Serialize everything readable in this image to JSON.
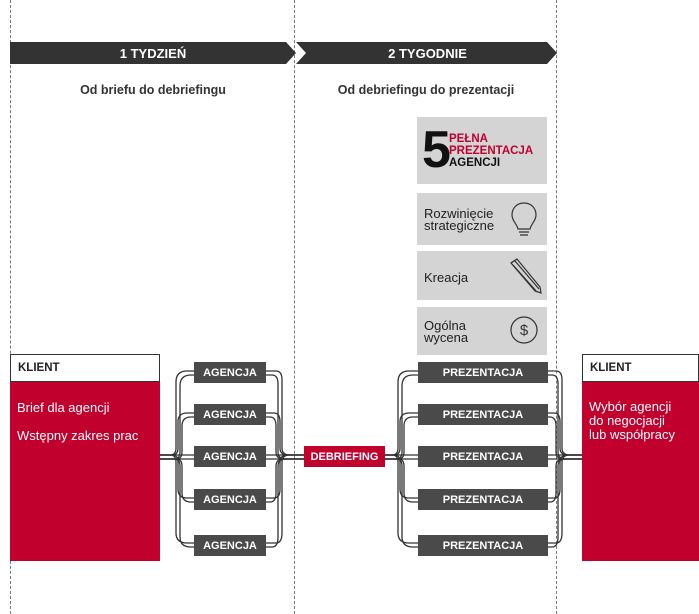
{
  "phases": [
    {
      "title": "1 TYDZIEŃ",
      "subtitle": "Od briefu do debriefingu"
    },
    {
      "title": "2 TYGODNIE",
      "subtitle": "Od debriefingu do prezentacji"
    }
  ],
  "final_presentation": {
    "number": "5",
    "line1": "PEŁNA",
    "line2": "PREZENTACJA",
    "line3": "AGENCJI"
  },
  "steps": [
    {
      "label_line1": "Rozwinięcie",
      "label_line2": "strategiczne",
      "icon": "lightbulb-icon"
    },
    {
      "label_line1": "Kreacja",
      "label_line2": "",
      "icon": "pencil-icon"
    },
    {
      "label_line1": "Ogólna",
      "label_line2": "wycena",
      "icon": "dollar-icon"
    }
  ],
  "client_left": {
    "header": "KLIENT",
    "items": [
      "Brief dla agencji",
      "Wstępny zakres prac"
    ]
  },
  "client_right": {
    "header": "KLIENT",
    "items": [
      "Wybór agencji",
      "do negocjacji",
      "lub współpracy"
    ]
  },
  "agencies": [
    "AGENCJA",
    "AGENCJA",
    "AGENCJA",
    "AGENCJA",
    "AGENCJA"
  ],
  "debriefing": "DEBRIEFING",
  "presentations": [
    "PREZENTACJA",
    "PREZENTACJA",
    "PREZENTACJA",
    "PREZENTACJA",
    "PREZENTACJA"
  ],
  "colors": {
    "accent": "#c1002e",
    "dark": "#333333",
    "chip": "#4a4a4a",
    "panel": "#d4d4d4"
  }
}
